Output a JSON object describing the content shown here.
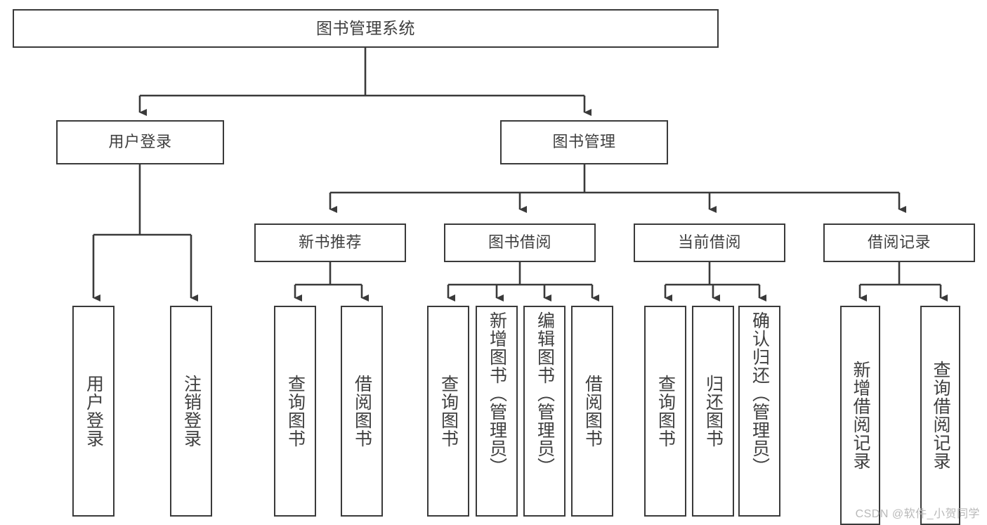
{
  "diagram": {
    "title": "图书管理系统",
    "watermark": "CSDN @软件_小贺同学",
    "stroke_color": "#3a3a3a",
    "text_color": "#3f3f3f",
    "background": "#ffffff",
    "root": {
      "label": "图书管理系统"
    },
    "level2": [
      {
        "label": "用户登录"
      },
      {
        "label": "图书管理"
      }
    ],
    "level3": [
      {
        "label": "新书推荐"
      },
      {
        "label": "图书借阅"
      },
      {
        "label": "当前借阅"
      },
      {
        "label": "借阅记录"
      }
    ],
    "leaves": {
      "user_login": [
        {
          "label": "用户登录"
        },
        {
          "label": "注销登录"
        }
      ],
      "new_book": [
        {
          "label": "查询图书"
        },
        {
          "label": "借阅图书"
        }
      ],
      "borrow_book": [
        {
          "label": "查询图书"
        },
        {
          "label": "新增图书（管理员）"
        },
        {
          "label": "编辑图书（管理员）"
        },
        {
          "label": "借阅图书"
        }
      ],
      "current_borrow": [
        {
          "label": "查询图书"
        },
        {
          "label": "归还图书"
        },
        {
          "label": "确认归还（管理员）"
        }
      ],
      "borrow_record": [
        {
          "label": "新增借阅记录"
        },
        {
          "label": "查询借阅记录"
        }
      ]
    }
  }
}
